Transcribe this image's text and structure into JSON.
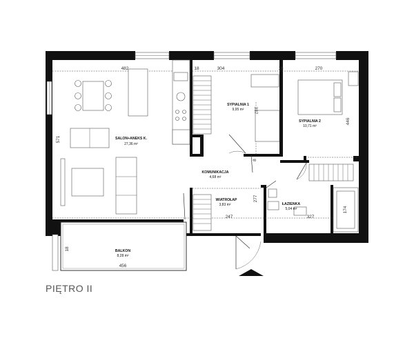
{
  "floor_label": "PIĘTRO II",
  "rooms": {
    "salon": {
      "name": "SALON+ANEKS K.",
      "area": "27,36 m²"
    },
    "sypialnia1": {
      "name": "SYPIALNIA 1",
      "area": "9,95 m²"
    },
    "sypialnia2": {
      "name": "SYPIALNIA 2",
      "area": "10,71 m²"
    },
    "komunikacja": {
      "name": "KOMUNIKACJA",
      "area": "4,68 m²"
    },
    "wiatrolap": {
      "name": "WIATROŁAP",
      "area": "3,83 m²"
    },
    "lazienka": {
      "name": "ŁAZIENKA",
      "area": "5,04 m²"
    },
    "balkon": {
      "name": "BALKON",
      "area": "8,28 m²"
    }
  },
  "dimensions": {
    "d482": "482",
    "d18a": "18",
    "d304": "304",
    "d18b": "18",
    "d270": "270",
    "d337": "337",
    "d571": "571",
    "d446": "446",
    "d8": "8",
    "d277": "277",
    "d247": "247",
    "d327": "327",
    "d174": "174",
    "d18c": "18",
    "d456": "456"
  }
}
